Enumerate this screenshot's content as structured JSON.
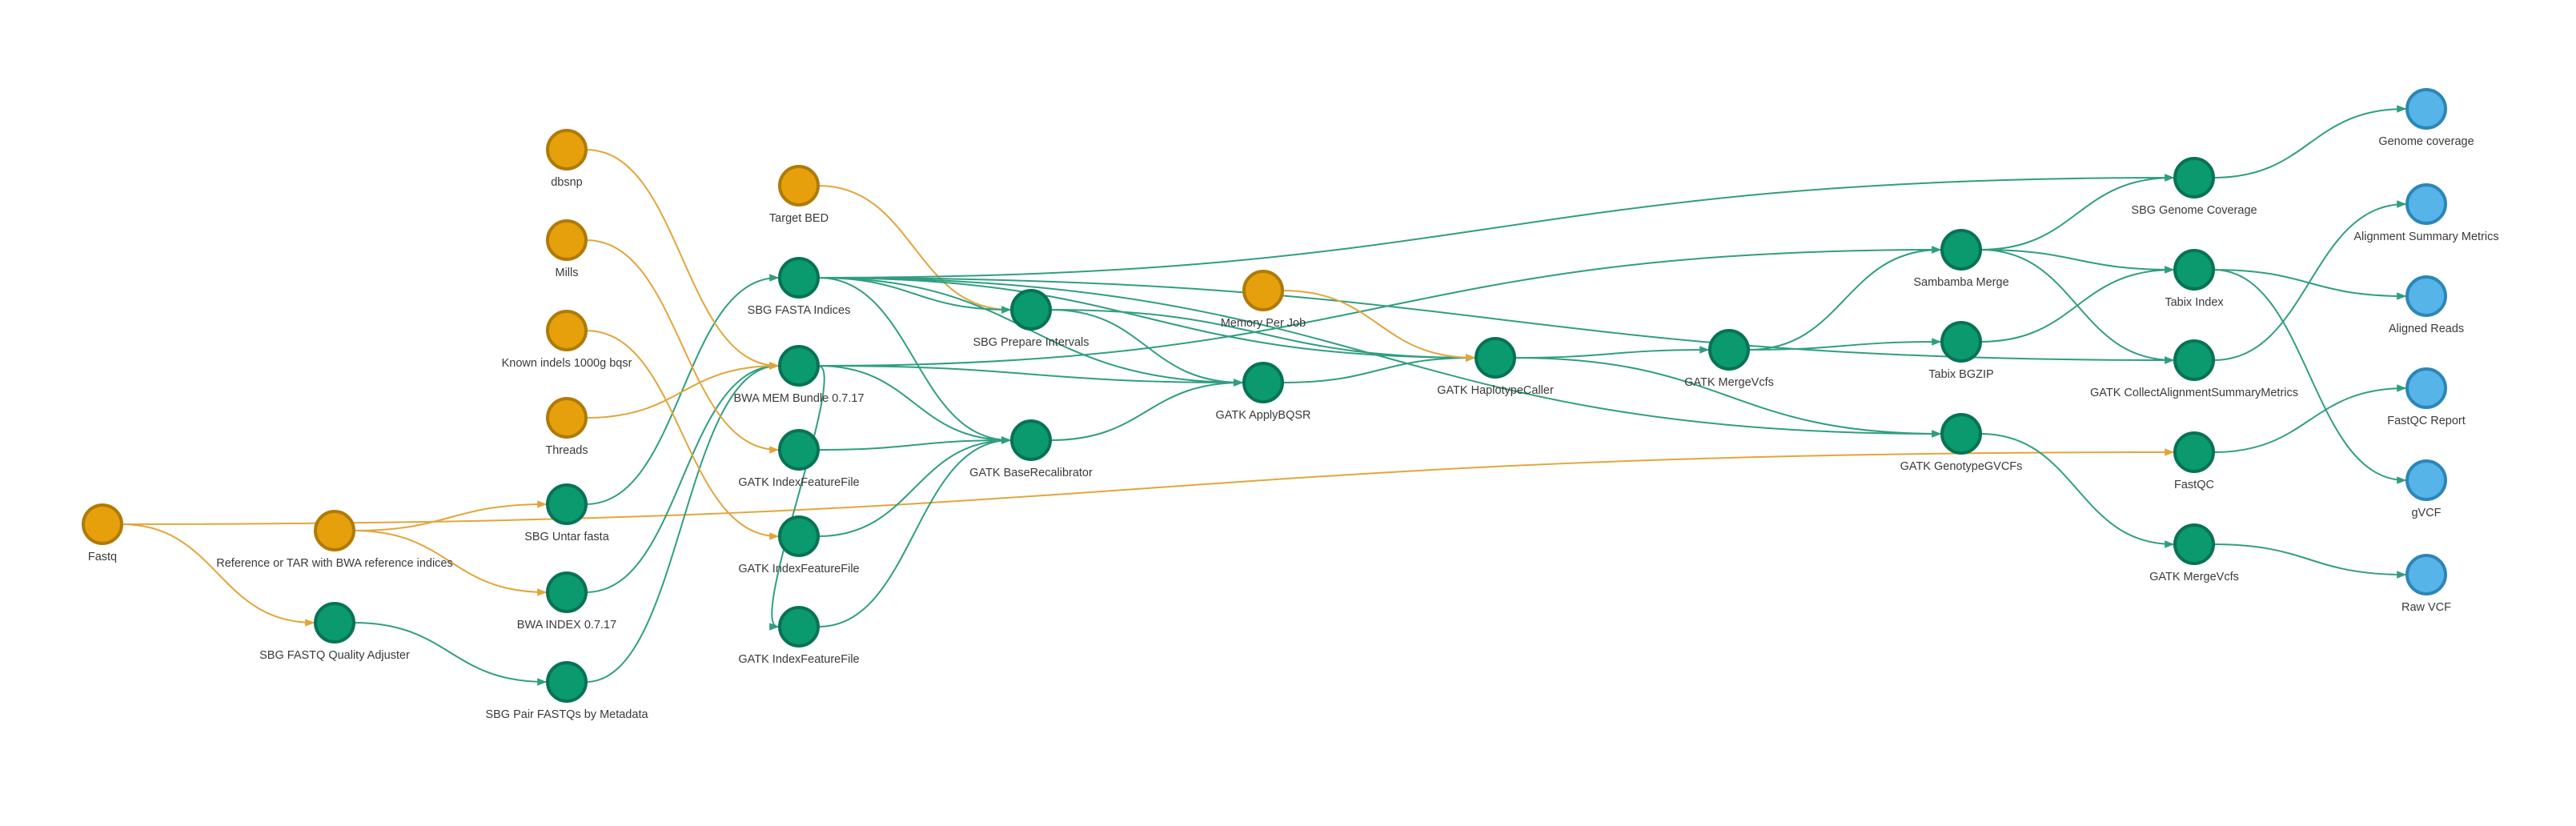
{
  "colors": {
    "input_fill": "#E5A00C",
    "input_stroke": "#B07A08",
    "step_fill": "#0A9A6E",
    "step_stroke": "#087256",
    "output_fill": "#56B4E9",
    "output_stroke": "#2C86B8",
    "input_edge": "#E2A53B",
    "step_edge": "#2F9E80"
  },
  "nodes": [
    {
      "id": "fastq",
      "label": "Fastq",
      "kind": "input"
    },
    {
      "id": "ref_tar",
      "label": "Reference or TAR with BWA reference indices",
      "kind": "input"
    },
    {
      "id": "dbsnp",
      "label": "dbsnp",
      "kind": "input"
    },
    {
      "id": "mills",
      "label": "Mills",
      "kind": "input"
    },
    {
      "id": "known_indels",
      "label": "Known indels 1000g bqsr",
      "kind": "input"
    },
    {
      "id": "threads",
      "label": "Threads",
      "kind": "input"
    },
    {
      "id": "target_bed",
      "label": "Target BED",
      "kind": "input"
    },
    {
      "id": "memory_per_job",
      "label": "Memory Per Job",
      "kind": "input"
    },
    {
      "id": "sbg_fastq_qa",
      "label": "SBG FASTQ Quality Adjuster",
      "kind": "step"
    },
    {
      "id": "sbg_untar",
      "label": "SBG Untar fasta",
      "kind": "step"
    },
    {
      "id": "bwa_index",
      "label": "BWA INDEX 0.7.17",
      "kind": "step"
    },
    {
      "id": "sbg_pair",
      "label": "SBG Pair FASTQs by Metadata",
      "kind": "step"
    },
    {
      "id": "sbg_fasta_indices",
      "label": "SBG FASTA Indices",
      "kind": "step"
    },
    {
      "id": "bwa_mem",
      "label": "BWA MEM Bundle 0.7.17",
      "kind": "step"
    },
    {
      "id": "idx_feat_1",
      "label": "GATK IndexFeatureFile",
      "kind": "step"
    },
    {
      "id": "idx_feat_2",
      "label": "GATK IndexFeatureFile",
      "kind": "step"
    },
    {
      "id": "idx_feat_3",
      "label": "GATK IndexFeatureFile",
      "kind": "step"
    },
    {
      "id": "sbg_prep_int",
      "label": "SBG Prepare Intervals",
      "kind": "step"
    },
    {
      "id": "gatk_bqsr",
      "label": "GATK BaseRecalibrator",
      "kind": "step"
    },
    {
      "id": "gatk_applybqsr",
      "label": "GATK ApplyBQSR",
      "kind": "step"
    },
    {
      "id": "gatk_hc",
      "label": "GATK HaplotypeCaller",
      "kind": "step"
    },
    {
      "id": "gatk_mergevcfs_1",
      "label": "GATK MergeVcfs",
      "kind": "step"
    },
    {
      "id": "sambamba_merge",
      "label": "Sambamba Merge",
      "kind": "step"
    },
    {
      "id": "tabix_bgzip",
      "label": "Tabix BGZIP",
      "kind": "step"
    },
    {
      "id": "gatk_genotype",
      "label": "GATK GenotypeGVCFs",
      "kind": "step"
    },
    {
      "id": "sbg_genome_cov",
      "label": "SBG Genome Coverage",
      "kind": "step"
    },
    {
      "id": "tabix_index",
      "label": "Tabix Index",
      "kind": "step"
    },
    {
      "id": "gatk_collect",
      "label": "GATK CollectAlignmentSummaryMetrics",
      "kind": "step"
    },
    {
      "id": "fastqc",
      "label": "FastQC",
      "kind": "step"
    },
    {
      "id": "gatk_mergevcfs_2",
      "label": "GATK MergeVcfs",
      "kind": "step"
    },
    {
      "id": "out_genome_cov",
      "label": "Genome coverage",
      "kind": "output"
    },
    {
      "id": "out_align_metrics",
      "label": "Alignment Summary Metrics",
      "kind": "output"
    },
    {
      "id": "out_aligned_reads",
      "label": "Aligned Reads",
      "kind": "output"
    },
    {
      "id": "out_fastqc",
      "label": "FastQC Report",
      "kind": "output"
    },
    {
      "id": "out_gvcf",
      "label": "gVCF",
      "kind": "output"
    },
    {
      "id": "out_raw_vcf",
      "label": "Raw VCF",
      "kind": "output"
    }
  ],
  "edges": [
    [
      "fastq",
      "sbg_fastq_qa"
    ],
    [
      "fastq",
      "fastqc"
    ],
    [
      "ref_tar",
      "sbg_untar"
    ],
    [
      "ref_tar",
      "bwa_index"
    ],
    [
      "sbg_fastq_qa",
      "sbg_pair"
    ],
    [
      "sbg_untar",
      "sbg_fasta_indices"
    ],
    [
      "bwa_index",
      "bwa_mem"
    ],
    [
      "sbg_pair",
      "bwa_mem"
    ],
    [
      "threads",
      "bwa_mem"
    ],
    [
      "dbsnp",
      "bwa_mem"
    ],
    [
      "mills",
      "idx_feat_1"
    ],
    [
      "known_indels",
      "idx_feat_2"
    ],
    [
      "bwa_mem",
      "idx_feat_3"
    ],
    [
      "target_bed",
      "sbg_prep_int"
    ],
    [
      "sbg_fasta_indices",
      "sbg_prep_int"
    ],
    [
      "sbg_fasta_indices",
      "gatk_bqsr"
    ],
    [
      "sbg_fasta_indices",
      "gatk_applybqsr"
    ],
    [
      "sbg_fasta_indices",
      "gatk_hc"
    ],
    [
      "sbg_fasta_indices",
      "gatk_genotype"
    ],
    [
      "sbg_fasta_indices",
      "sbg_genome_cov"
    ],
    [
      "sbg_fasta_indices",
      "gatk_collect"
    ],
    [
      "bwa_mem",
      "gatk_bqsr"
    ],
    [
      "bwa_mem",
      "gatk_applybqsr"
    ],
    [
      "bwa_mem",
      "sambamba_merge"
    ],
    [
      "idx_feat_1",
      "gatk_bqsr"
    ],
    [
      "idx_feat_2",
      "gatk_bqsr"
    ],
    [
      "idx_feat_3",
      "gatk_bqsr"
    ],
    [
      "sbg_prep_int",
      "gatk_applybqsr"
    ],
    [
      "sbg_prep_int",
      "gatk_hc"
    ],
    [
      "gatk_bqsr",
      "gatk_applybqsr"
    ],
    [
      "gatk_applybqsr",
      "gatk_hc"
    ],
    [
      "memory_per_job",
      "gatk_hc"
    ],
    [
      "gatk_hc",
      "gatk_mergevcfs_1"
    ],
    [
      "gatk_hc",
      "gatk_genotype"
    ],
    [
      "gatk_mergevcfs_1",
      "tabix_bgzip"
    ],
    [
      "gatk_mergevcfs_1",
      "sambamba_merge"
    ],
    [
      "sambamba_merge",
      "sbg_genome_cov"
    ],
    [
      "sambamba_merge",
      "tabix_index"
    ],
    [
      "sambamba_merge",
      "gatk_collect"
    ],
    [
      "tabix_bgzip",
      "tabix_index"
    ],
    [
      "sbg_genome_cov",
      "out_genome_cov"
    ],
    [
      "tabix_index",
      "out_aligned_reads"
    ],
    [
      "tabix_index",
      "out_gvcf"
    ],
    [
      "gatk_collect",
      "out_align_metrics"
    ],
    [
      "fastqc",
      "out_fastqc"
    ],
    [
      "gatk_genotype",
      "gatk_mergevcfs_2"
    ],
    [
      "gatk_mergevcfs_2",
      "out_raw_vcf"
    ]
  ]
}
